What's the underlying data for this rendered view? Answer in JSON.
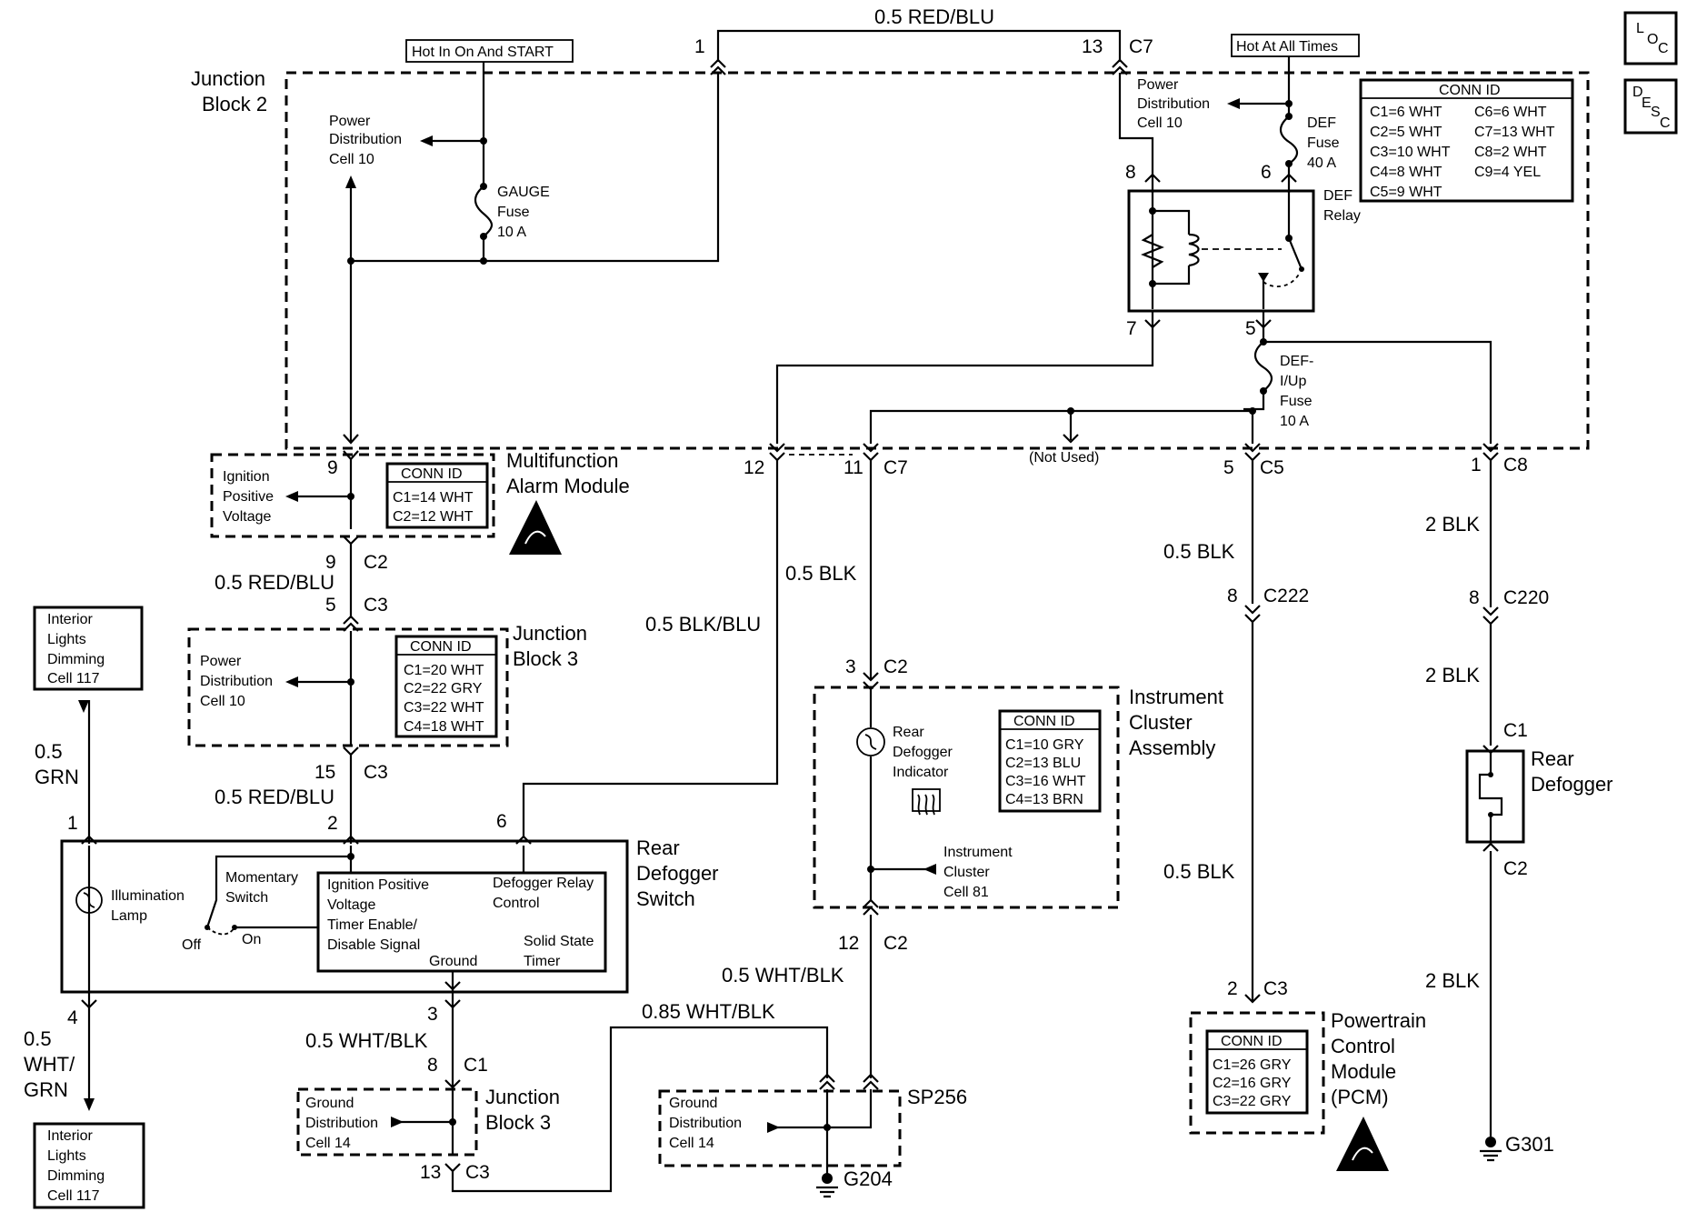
{
  "page": {
    "loc_label": "LOC",
    "desc_label": "DESC"
  },
  "banners": {
    "hot_run_start": "Hot In On And START",
    "hot_all_times": "Hot At All Times"
  },
  "blocks": {
    "junction_block_2": [
      "Junction",
      "Block 2"
    ],
    "junction_block_3_upper": [
      "Junction",
      "Block 3"
    ],
    "junction_block_3_lower": [
      "Junction",
      "Block 3"
    ],
    "multifunction_alarm_module": [
      "Multifunction",
      "Alarm Module"
    ],
    "instrument_cluster_assembly": [
      "Instrument",
      "Cluster",
      "Assembly"
    ],
    "rear_defogger_switch": [
      "Rear",
      "Defogger",
      "Switch"
    ],
    "rear_defogger": [
      "Rear",
      "Defogger"
    ],
    "powertrain_control_module": [
      "Powertrain",
      "Control",
      "Module",
      "(PCM)"
    ],
    "interior_lights_top": [
      "Interior",
      "Lights",
      "Dimming",
      "Cell 117"
    ],
    "interior_lights_bottom": [
      "Interior",
      "Lights",
      "Dimming",
      "Cell 117"
    ]
  },
  "components": {
    "gauge_fuse": [
      "GAUGE",
      "Fuse",
      "10 A"
    ],
    "def_fuse": [
      "DEF",
      "Fuse",
      "40 A"
    ],
    "def_relay": [
      "DEF",
      "Relay"
    ],
    "def_iup_fuse": [
      "DEF-",
      "I/Up",
      "Fuse",
      "10 A"
    ],
    "pdc10_left": [
      "Power",
      "Distribution",
      "Cell 10"
    ],
    "pdc10_right": [
      "Power",
      "Distribution",
      "Cell 10"
    ],
    "pdc10_jb3": [
      "Power",
      "Distribution",
      "Cell 10"
    ],
    "ignition_positive_voltage": [
      "Ignition",
      "Positive",
      "Voltage"
    ],
    "rear_defogger_indicator": [
      "Rear",
      "Defogger",
      "Indicator"
    ],
    "instrument_cluster_cell81": [
      "Instrument",
      "Cluster",
      "Cell 81"
    ],
    "illumination_lamp": [
      "Illumination",
      "Lamp"
    ],
    "momentary_switch": [
      "Momentary",
      "Switch"
    ],
    "switch_off": "Off",
    "switch_on": "On",
    "ssr_ign": [
      "Ignition Positive",
      "Voltage"
    ],
    "ssr_def_relay_control": [
      "Defogger Relay",
      "Control"
    ],
    "ssr_timer_enable": [
      "Timer Enable/",
      "Disable Signal"
    ],
    "ssr_ground": "Ground",
    "ssr_solid_state": [
      "Solid State",
      "Timer"
    ],
    "ground_dist_jb3": [
      "Ground",
      "Distribution",
      "Cell 14"
    ],
    "ground_dist_sp": [
      "Ground",
      "Distribution",
      "Cell 14"
    ],
    "not_used": "(Not Used)"
  },
  "conn_tables": {
    "jb2": {
      "title": "CONN ID",
      "rows": [
        [
          "C1=6 WHT",
          "C6=6 WHT"
        ],
        [
          "C2=5 WHT",
          "C7=13 WHT"
        ],
        [
          "C3=10 WHT",
          "C8=2 WHT"
        ],
        [
          "C4=8 WHT",
          "C9=4 YEL"
        ],
        [
          "C5=9 WHT",
          ""
        ]
      ]
    },
    "alarm": {
      "title": "CONN ID",
      "rows": [
        "C1=14 WHT",
        "C2=12 WHT"
      ]
    },
    "jb3": {
      "title": "CONN ID",
      "rows": [
        "C1=20 WHT",
        "C2=22 GRY",
        "C3=22 WHT",
        "C4=18 WHT"
      ]
    },
    "cluster": {
      "title": "CONN ID",
      "rows": [
        "C1=10 GRY",
        "C2=13 BLU",
        "C3=16 WHT",
        "C4=13 BRN"
      ]
    },
    "pcm": {
      "title": "CONN ID",
      "rows": [
        "C1=26 GRY",
        "C2=16 GRY",
        "C3=22 GRY"
      ]
    }
  },
  "wires": {
    "top_red_blu": "0.5 RED/BLU",
    "red_blu_c2": "0.5 RED/BLU",
    "red_blu_sw": "0.5 RED/BLU",
    "blk_blu": "0.5 BLK/BLU",
    "blk_c7": "0.5 BLK",
    "blk_c5": "0.5 BLK",
    "blk_c222": "0.5 BLK",
    "blk_c8": "2 BLK",
    "blk_c220": "2 BLK",
    "blk_g301": "2 BLK",
    "grn": [
      "0.5",
      "GRN"
    ],
    "wht_grn": [
      "0.5",
      "WHT/",
      "GRN"
    ],
    "wht_blk_c1": "0.5 WHT/BLK",
    "wht_blk_c2": "0.5 WHT/BLK",
    "wht_blk_085": "0.85 WHT/BLK"
  },
  "connectors": {
    "top_c7": "C7",
    "c7_11": "C7",
    "c5": "C5",
    "c8": "C8",
    "c2_alarm": "C2",
    "c3_jb3": "C3",
    "c3_jb3_out": "C3",
    "c2_cluster_in": "C2",
    "c2_cluster_out": "C2",
    "c222": "C222",
    "c220": "C220",
    "c1_defog": "C1",
    "c2_defog": "C2",
    "c3_pcm": "C3",
    "c1_jb3_low": "C1",
    "c3_jb3_low": "C3",
    "sp256": "SP256",
    "g204": "G204",
    "g301": "G301"
  },
  "pins": {
    "top_1": "1",
    "top_13": "13",
    "relay_8": "8",
    "relay_6": "6",
    "relay_7": "7",
    "relay_5": "5",
    "p12": "12",
    "p11": "11",
    "p5_c5": "5",
    "p1_c8": "1",
    "p9_alarm": "9",
    "p9_c2": "9",
    "p5_c3": "5",
    "p15_c3": "15",
    "p3_c2": "3",
    "p8_c222": "8",
    "p8_c220": "8",
    "sw_1": "1",
    "sw_2": "2",
    "sw_6": "6",
    "sw_4": "4",
    "sw_3": "3",
    "p12_c2": "12",
    "p2_c3": "2",
    "p8_c1": "8",
    "p13_c3": "13"
  }
}
